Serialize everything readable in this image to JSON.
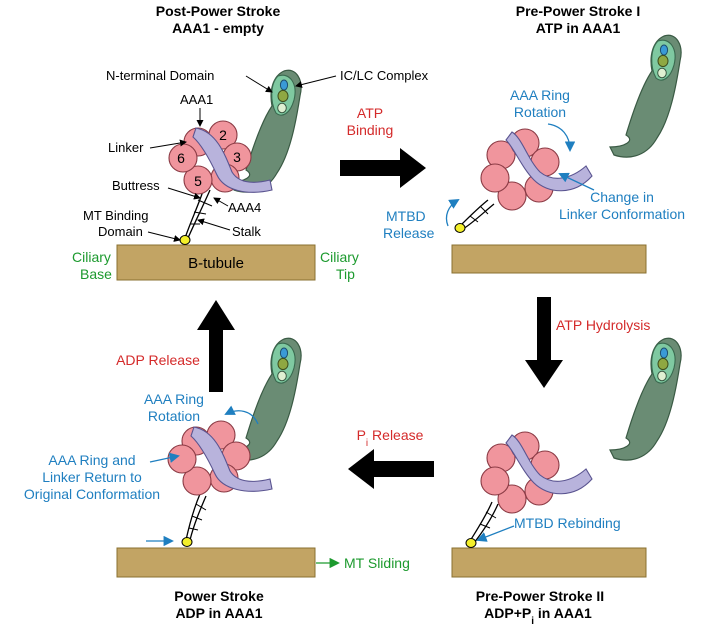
{
  "titles": {
    "post_power_1": "Post-Power Stroke",
    "post_power_2": "AAA1 - empty",
    "pre_power_i_1": "Pre-Power Stroke I",
    "pre_power_i_2": "ATP in AAA1",
    "power_1": "Power Stroke",
    "power_2": "ADP in AAA1",
    "pre_power_ii_1": "Pre-Power Stroke II",
    "pre_power_ii_2a": "ADP+P",
    "pre_power_ii_sub": "i",
    "pre_power_ii_2b": " in AAA1"
  },
  "labels": {
    "n_terminal": "N-terminal Domain",
    "iclc": "IC/LC Complex",
    "aaa1": "AAA1",
    "linker": "Linker",
    "buttress": "Buttress",
    "aaa4": "AAA4",
    "mt_binding_1": "MT Binding",
    "mt_binding_2": "Domain",
    "stalk": "Stalk",
    "b_tubule": "B-tubule",
    "ring_2": "2",
    "ring_3": "3",
    "ring_5": "5",
    "ring_6": "6"
  },
  "transitions": {
    "atp_binding_1": "ATP",
    "atp_binding_2": "Binding",
    "atp_hydrolysis": "ATP Hydrolysis",
    "pi_release_a": "P",
    "pi_release_sub": "i",
    "pi_release_b": " Release",
    "adp_release": "ADP Release"
  },
  "annotations": {
    "ciliary_base_1": "Ciliary",
    "ciliary_base_2": "Base",
    "ciliary_tip_1": "Ciliary",
    "ciliary_tip_2": "Tip",
    "ring_rotation_tr_1": "AAA Ring",
    "ring_rotation_tr_2": "Rotation",
    "change_linker_1": "Change in",
    "change_linker_2": "Linker Conformation",
    "mtbd_release_1": "MTBD",
    "mtbd_release_2": "Release",
    "mtbd_rebinding": "MTBD Rebinding",
    "ring_rotation_bl_1": "AAA Ring",
    "ring_rotation_bl_2": "Rotation",
    "return_1": "AAA Ring and",
    "return_2": "Linker Return to",
    "return_3": "Original Conformation",
    "mt_sliding": "MT Sliding"
  },
  "colors": {
    "ring": "#f0959d",
    "linker": "#b8b3dc",
    "stalk_body": "#6a8c74",
    "head_body": "#7fc9a1",
    "tubule": "#c2a464",
    "mtbd": "#f3ef2a",
    "red_text": "#d42a2a",
    "blue_text": "#1f7fc0",
    "green_text": "#1c9a2e"
  }
}
